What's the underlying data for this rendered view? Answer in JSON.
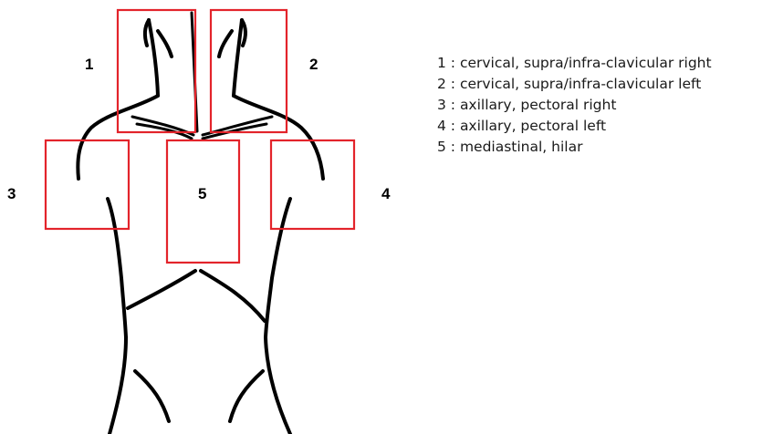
{
  "colors": {
    "box": "#e3242b",
    "outline": "#000000",
    "text": "#1a1a1a"
  },
  "regions": [
    {
      "number": "1",
      "legend": "1 : cervical, supra/infra-clavicular right"
    },
    {
      "number": "2",
      "legend": "2 : cervical, supra/infra-clavicular left"
    },
    {
      "number": "3",
      "legend": "3 : axillary, pectoral right"
    },
    {
      "number": "4",
      "legend": "4 : axillary, pectoral left"
    },
    {
      "number": "5",
      "legend": "5 : mediastinal, hilar"
    }
  ]
}
